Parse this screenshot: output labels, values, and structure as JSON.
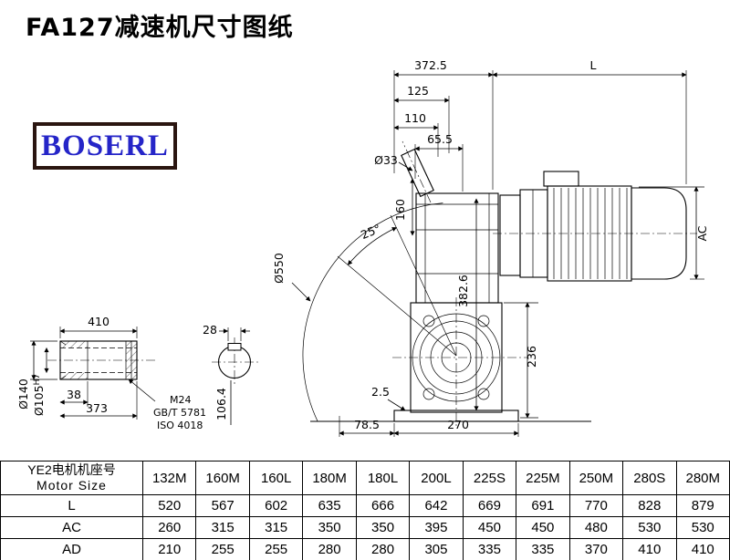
{
  "title": "FA127减速机尺寸图纸",
  "logo": "BOSERL",
  "drawing": {
    "top_dims": {
      "d3725": "372.5",
      "L": "L",
      "d125": "125",
      "d110": "110",
      "d655": "65.5",
      "d33": "Ø33",
      "d160": "160",
      "a25": "25°"
    },
    "main_dims": {
      "d550": "Ø550",
      "d3826": "382.6",
      "ac": "AC",
      "d236": "236",
      "d25": "2.5",
      "d785": "78.5",
      "d270": "270"
    },
    "shaft_dims": {
      "d410": "410",
      "d38": "38",
      "d373": "373",
      "d140": "Ø140",
      "d105": "Ø105",
      "tol": "H7"
    },
    "section_dims": {
      "d28": "28",
      "d1064": "106.4"
    },
    "notes": {
      "m24": "M24",
      "gbt": "GB/T 5781",
      "iso": "ISO 4018"
    }
  },
  "table": {
    "header_cn": "YE2电机机座号",
    "header_en": "Motor Size",
    "sizes": [
      "132M",
      "160M",
      "160L",
      "180M",
      "180L",
      "200L",
      "225S",
      "225M",
      "250M",
      "280S",
      "280M"
    ],
    "rows": [
      {
        "label": "L",
        "values": [
          "520",
          "567",
          "602",
          "635",
          "666",
          "642",
          "669",
          "691",
          "770",
          "828",
          "879"
        ]
      },
      {
        "label": "AC",
        "values": [
          "260",
          "315",
          "315",
          "350",
          "350",
          "395",
          "450",
          "450",
          "480",
          "530",
          "530"
        ]
      },
      {
        "label": "AD",
        "values": [
          "210",
          "255",
          "255",
          "280",
          "280",
          "305",
          "335",
          "335",
          "370",
          "410",
          "410"
        ]
      }
    ]
  }
}
